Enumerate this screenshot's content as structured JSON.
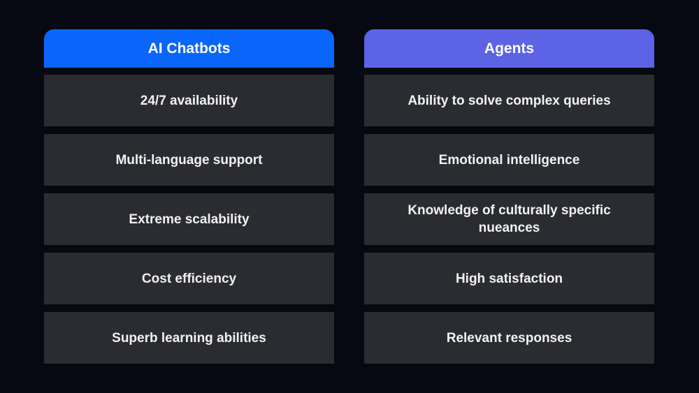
{
  "columns": [
    {
      "title": "AI Chatbots",
      "color": "#0a66fb",
      "items": [
        "24/7 availability",
        "Multi-language support",
        "Extreme scalability",
        "Cost efficiency",
        "Superb learning abilities"
      ]
    },
    {
      "title": "Agents",
      "color": "#5c63e4",
      "items": [
        "Ability to solve complex queries",
        "Emotional intelligence",
        "Knowledge of culturally specific nueances",
        "High satisfaction",
        "Relevant responses"
      ]
    }
  ]
}
